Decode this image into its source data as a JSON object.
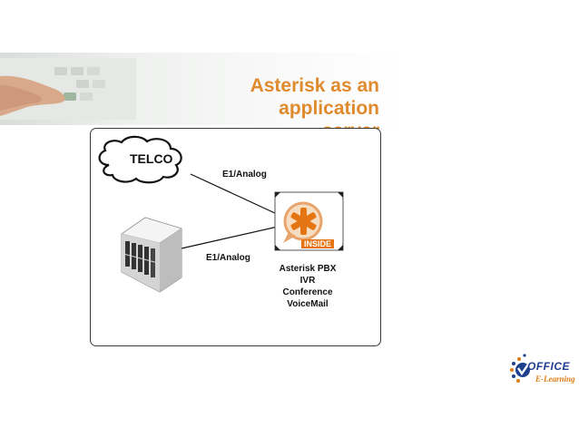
{
  "title": {
    "line1": "Asterisk as an application",
    "line2": "server"
  },
  "diagram": {
    "telco_label": "TELCO",
    "link_top": "E1/Analog",
    "link_bottom": "E1/Analog",
    "inside_badge": "INSIDE",
    "pbx_lines": [
      "Asterisk PBX",
      "IVR",
      "Conference",
      "VoiceMail"
    ]
  },
  "logo": {
    "brand": "OFFICE",
    "subtitle": "E-Learning",
    "icons": [
      "globe-dots-icon",
      "check-mark-icon"
    ]
  },
  "colors": {
    "title": "#e08a2e",
    "asterisk_orange": "#f08c1e",
    "logo_blue": "#1f3f8f",
    "logo_orange": "#e07c15"
  }
}
